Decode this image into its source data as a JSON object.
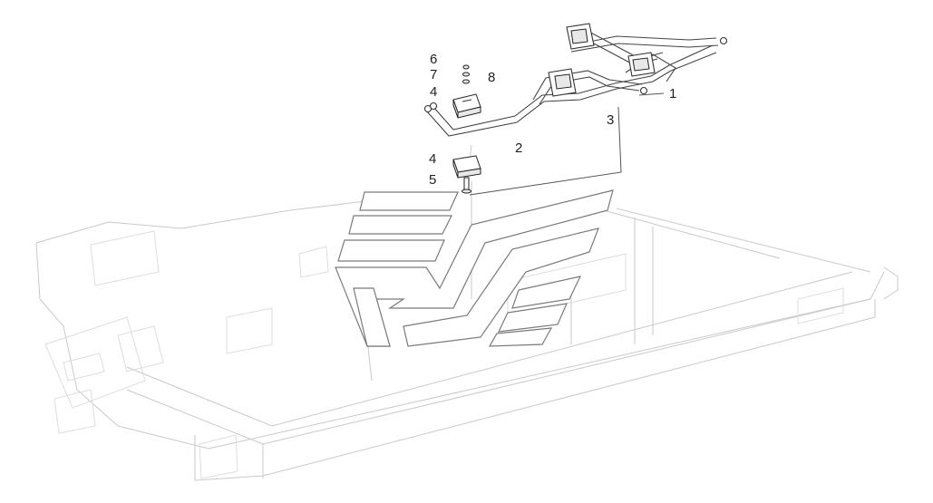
{
  "callouts": {
    "c1": "1",
    "c2": "2",
    "c3": "3",
    "c4a": "4",
    "c4b": "4",
    "c5": "5",
    "c6": "6",
    "c7": "7",
    "c8": "8"
  },
  "colors": {
    "background": "#ffffff",
    "linework": "#333333",
    "frame_ghost": "#c9c9c9",
    "watermark": "#7a7a7a"
  },
  "icons": {
    "watermark": "chevron-stripes-logo"
  }
}
